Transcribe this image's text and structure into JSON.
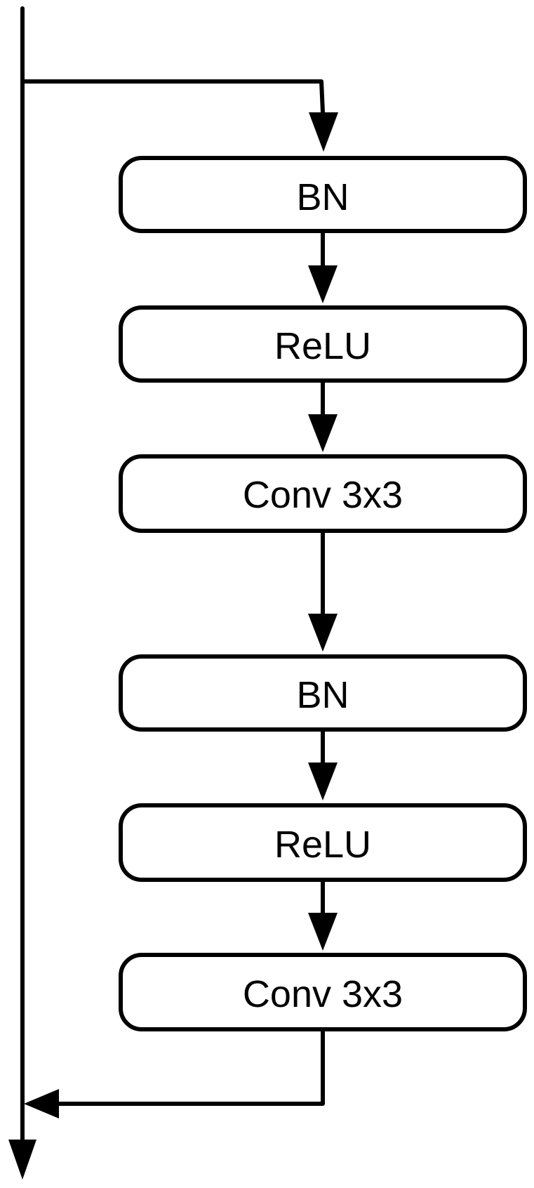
{
  "blocks": [
    {
      "id": "bn-1",
      "label": "BN"
    },
    {
      "id": "relu-1",
      "label": "ReLU"
    },
    {
      "id": "conv-1",
      "label": "Conv 3x3"
    },
    {
      "id": "bn-2",
      "label": "BN"
    },
    {
      "id": "relu-2",
      "label": "ReLU"
    },
    {
      "id": "conv-2",
      "label": "Conv 3x3"
    }
  ],
  "colors": {
    "stroke": "#000000",
    "fill": "#ffffff",
    "text": "#000000"
  }
}
